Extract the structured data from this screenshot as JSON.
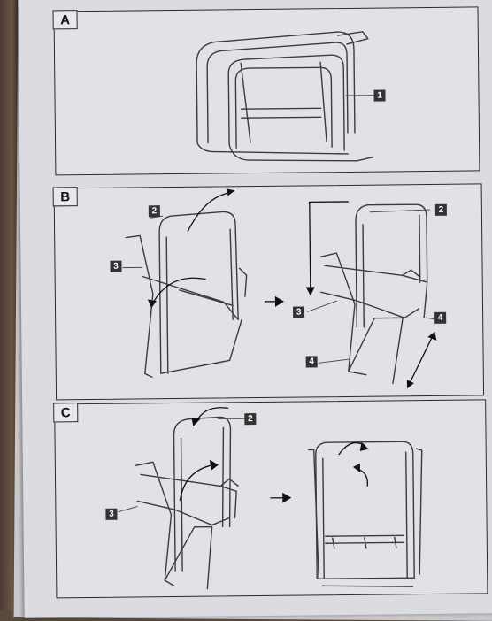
{
  "panels": [
    {
      "label": "A",
      "callouts": [
        "1"
      ]
    },
    {
      "label": "B",
      "callouts": [
        "2",
        "3",
        "2",
        "3",
        "4",
        "4"
      ]
    },
    {
      "label": "C",
      "callouts": [
        "2",
        "3"
      ]
    }
  ],
  "colors": {
    "ink": "#2a2a2e",
    "paper": "#e2e1e6",
    "callout_bg": "#333333"
  }
}
